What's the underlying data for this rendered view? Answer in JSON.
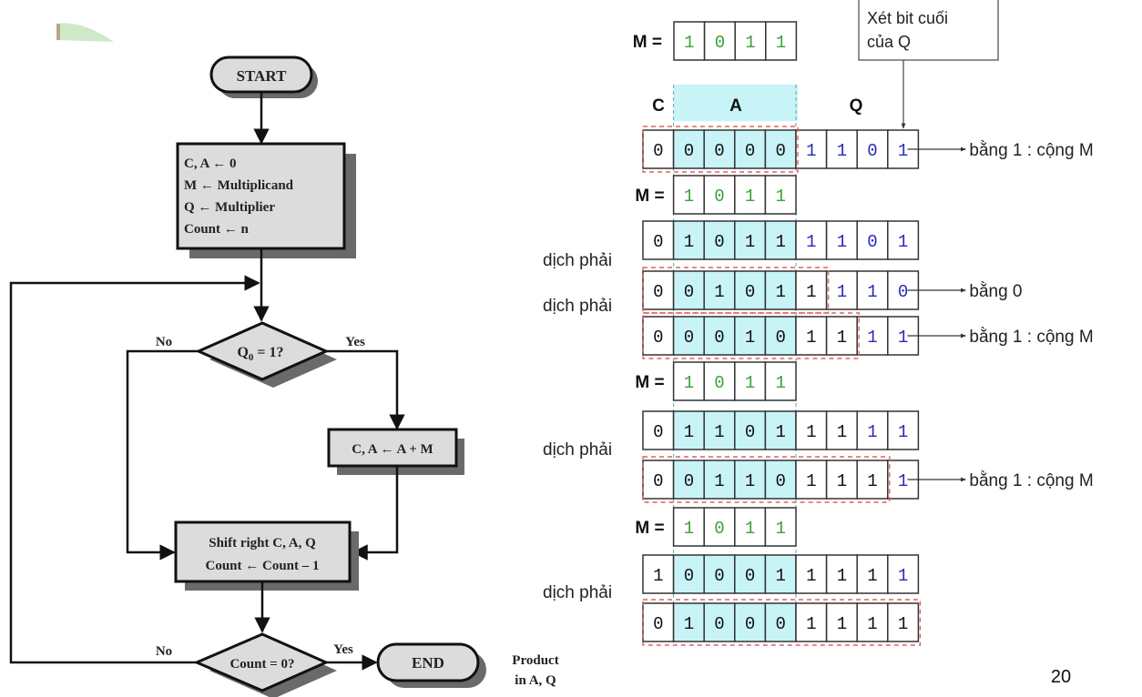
{
  "slide": {
    "page_number": "20",
    "logo_icon": "leaf-logo-icon"
  },
  "flowchart": {
    "start_label": "START",
    "init_lines": [
      "C, A ← 0",
      "M ← Multiplicand",
      "Q ← Multiplier",
      "Count ← n"
    ],
    "decision1": {
      "label_main": "Q",
      "label_sub": "0",
      "label_rest": " = 1?",
      "no_label": "No",
      "yes_label": "Yes"
    },
    "add_label": "C, A ← A + M",
    "shift_lines": [
      "Shift right C, A, Q",
      "Count ← Count – 1"
    ],
    "decision2": {
      "label": "Count = 0?",
      "no_label": "No",
      "yes_label": "Yes"
    },
    "end_label": "END",
    "product_lines": [
      "Product",
      "in A, Q"
    ]
  },
  "registers": {
    "callout_lines": [
      "Xét bit cuối",
      "của Q"
    ],
    "header": {
      "c": "C",
      "a": "A",
      "q": "Q"
    },
    "m_label": "M =",
    "m_bits": [
      "1",
      "0",
      "1",
      "1"
    ],
    "shift_label": "dịch phải",
    "colors": {
      "m_bits": "#3aa23a",
      "q_bits": "#2a2ab8",
      "default_bits": "#111111",
      "a_fill": "#c8f4f8",
      "dash": "#e06060"
    },
    "steps": [
      {
        "type": "reg",
        "bits": [
          "0",
          "0",
          "0",
          "0",
          "0",
          "1",
          "1",
          "0",
          "1"
        ],
        "blue_from": 5,
        "note": "bằng 1 : cộng M",
        "dash_split": 5
      },
      {
        "type": "m"
      },
      {
        "type": "reg",
        "bits": [
          "0",
          "1",
          "0",
          "1",
          "1",
          "1",
          "1",
          "0",
          "1"
        ],
        "blue_from": 5
      },
      {
        "type": "reg",
        "bits": [
          "0",
          "0",
          "1",
          "0",
          "1",
          "1",
          "1",
          "1",
          "0"
        ],
        "blue_from": 6,
        "note": "bằng 0",
        "shift": true,
        "dash_split": 6
      },
      {
        "type": "reg",
        "bits": [
          "0",
          "0",
          "0",
          "1",
          "0",
          "1",
          "1",
          "1",
          "1"
        ],
        "blue_from": 7,
        "note": "bằng 1 : cộng M",
        "shift": true,
        "dash_split": 7
      },
      {
        "type": "m"
      },
      {
        "type": "reg",
        "bits": [
          "0",
          "1",
          "1",
          "0",
          "1",
          "1",
          "1",
          "1",
          "1"
        ],
        "blue_from": 7
      },
      {
        "type": "reg",
        "bits": [
          "0",
          "0",
          "1",
          "1",
          "0",
          "1",
          "1",
          "1",
          "1"
        ],
        "blue_from": 8,
        "note": "bằng 1 : cộng M",
        "shift": true,
        "dash_split": 8
      },
      {
        "type": "m"
      },
      {
        "type": "reg",
        "bits": [
          "1",
          "0",
          "0",
          "0",
          "1",
          "1",
          "1",
          "1",
          "1"
        ],
        "blue_from": 8
      },
      {
        "type": "reg",
        "bits": [
          "0",
          "1",
          "0",
          "0",
          "0",
          "1",
          "1",
          "1",
          "1"
        ],
        "blue_from": 9,
        "shift": true,
        "dash_split": 9
      }
    ]
  }
}
